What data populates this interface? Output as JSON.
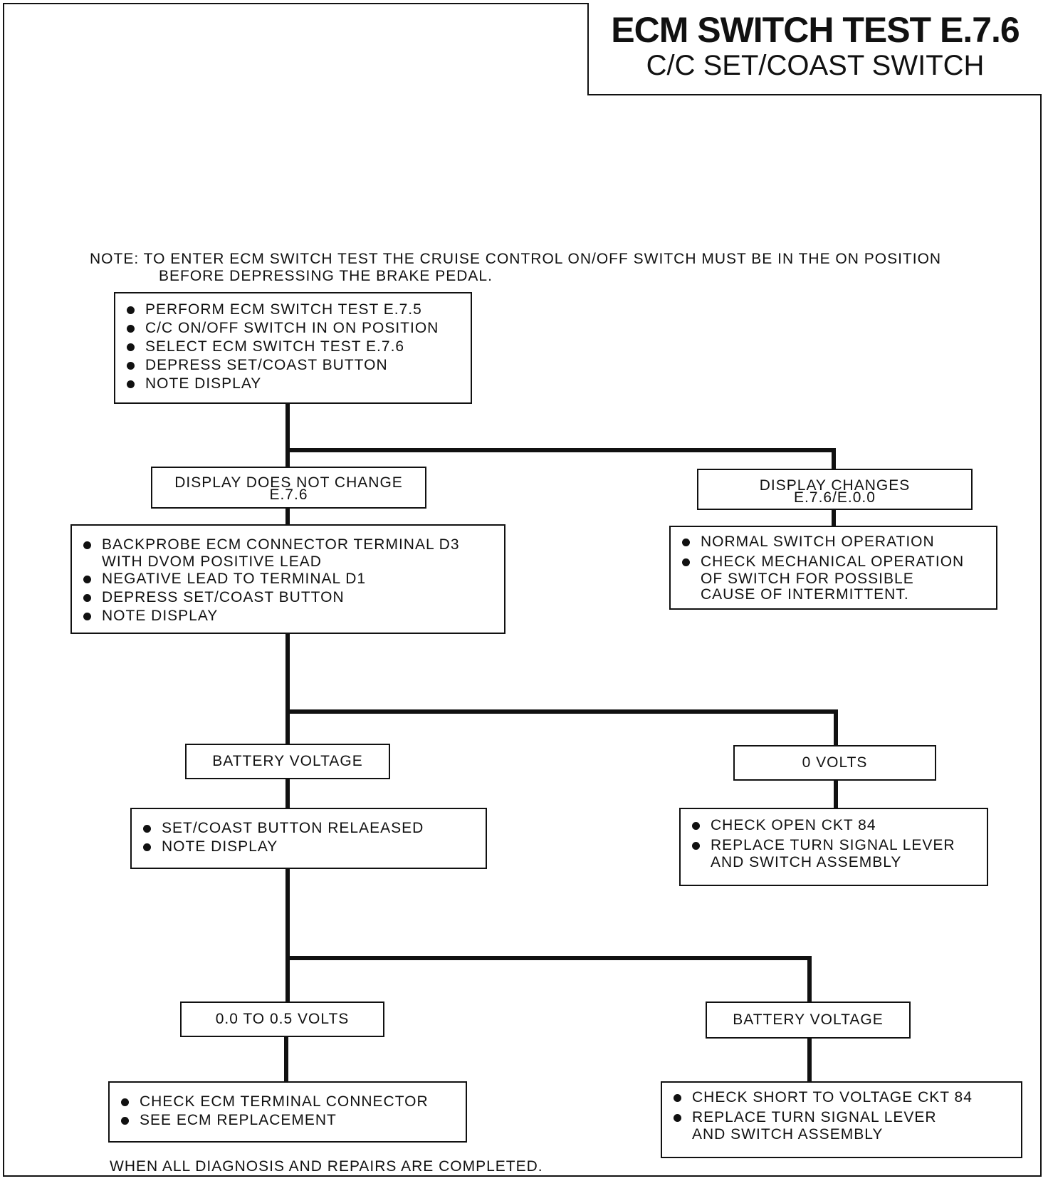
{
  "title": {
    "main": "ECM SWITCH TEST E.7.6",
    "sub": "C/C SET/COAST SWITCH"
  },
  "note": {
    "line1": "NOTE: TO ENTER ECM SWITCH TEST THE CRUISE CONTROL ON/OFF SWITCH MUST BE IN THE ON POSITION",
    "line2": "BEFORE DEPRESSING THE BRAKE PEDAL."
  },
  "start_box": {
    "items": [
      "PERFORM ECM SWITCH TEST E.7.5",
      "C/C ON/OFF SWITCH IN ON POSITION",
      "SELECT ECM SWITCH TEST E.7.6",
      "DEPRESS SET/COAST BUTTON",
      "NOTE DISPLAY"
    ]
  },
  "branch1": {
    "left_label": {
      "line1": "DISPLAY DOES NOT CHANGE",
      "line2": "E.7.6"
    },
    "right_label": {
      "line1": "DISPLAY CHANGES",
      "line2": "E.7.6/E.0.0"
    },
    "left_steps": [
      {
        "text": "BACKPROBE ECM CONNECTOR TERMINAL D3",
        "cont": "WITH DVOM POSITIVE LEAD"
      },
      {
        "text": "NEGATIVE LEAD TO TERMINAL D1"
      },
      {
        "text": "DEPRESS SET/COAST BUTTON"
      },
      {
        "text": "NOTE DISPLAY"
      }
    ],
    "right_steps": [
      {
        "text": "NORMAL SWITCH OPERATION"
      },
      {
        "text": "CHECK MECHANICAL OPERATION",
        "cont": "OF SWITCH  FOR POSSIBLE",
        "cont2": "CAUSE OF INTERMITTENT."
      }
    ]
  },
  "branch2": {
    "left_label": "BATTERY VOLTAGE",
    "right_label": "0 VOLTS",
    "left_steps": [
      {
        "text": "SET/COAST BUTTON RELAEASED"
      },
      {
        "text": "NOTE DISPLAY"
      }
    ],
    "right_steps": [
      {
        "text": "CHECK OPEN CKT 84"
      },
      {
        "text": "REPLACE TURN SIGNAL LEVER",
        "cont": "AND SWITCH ASSEMBLY"
      }
    ]
  },
  "branch3": {
    "left_label": "0.0 TO 0.5 VOLTS",
    "right_label": "BATTERY VOLTAGE",
    "left_steps": [
      {
        "text": "CHECK ECM TERMINAL CONNECTOR"
      },
      {
        "text": "SEE ECM REPLACEMENT"
      }
    ],
    "right_steps": [
      {
        "text": "CHECK SHORT TO VOLTAGE CKT 84"
      },
      {
        "text": "REPLACE TURN SIGNAL LEVER",
        "cont": "AND SWITCH ASSEMBLY"
      }
    ]
  },
  "footer": "WHEN ALL DIAGNOSIS AND REPAIRS ARE COMPLETED."
}
